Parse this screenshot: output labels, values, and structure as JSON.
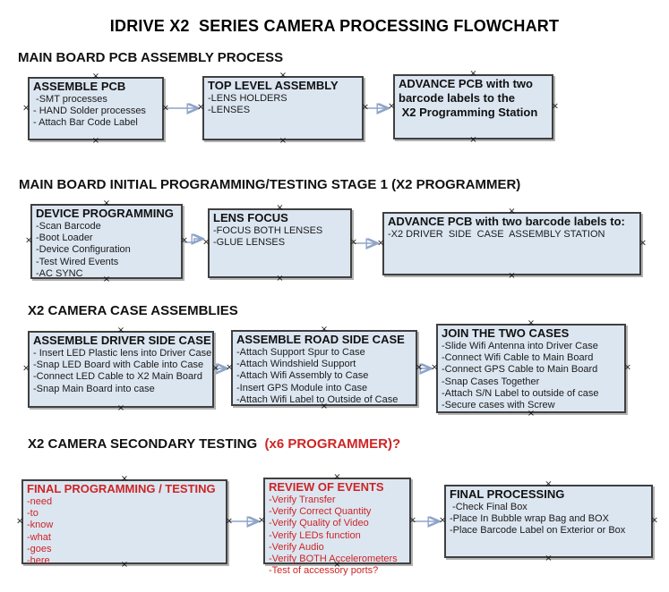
{
  "title": "IDRIVE X2  SERIES CAMERA PROCESSING FLOWCHART",
  "glyphs": {
    "connection_point": "×"
  },
  "colors": {
    "box_fill": "#dce6f1",
    "box_border": "#404040",
    "arrow_line": "#8ea4c8",
    "arrow_head": "#3c5fa0",
    "red": "#cc2525"
  },
  "sections": [
    {
      "heading": "MAIN BOARD PCB ASSEMBLY PROCESS",
      "boxes": [
        {
          "title": "ASSEMBLE PCB",
          "items": [
            " -SMT processes",
            "- HAND Solder processes",
            "- Attach Bar Code Label"
          ]
        },
        {
          "title": "TOP LEVEL ASSEMBLY",
          "items": [
            "-LENS HOLDERS",
            "-LENSES"
          ]
        },
        {
          "title": "ADVANCE PCB with two\nbarcode labels to the\n X2 Programming Station",
          "items": []
        }
      ]
    },
    {
      "heading": "MAIN BOARD INITIAL PROGRAMMING/TESTING STAGE 1 (X2 PROGRAMMER)",
      "boxes": [
        {
          "title": "DEVICE PROGRAMMING",
          "items": [
            "-Scan Barcode",
            "-Boot Loader",
            "-Device Configuration",
            "-Test Wired Events",
            "-AC SYNC"
          ]
        },
        {
          "title": "LENS FOCUS",
          "items": [
            "-FOCUS BOTH LENSES",
            "-GLUE LENSES"
          ]
        },
        {
          "title": "ADVANCE PCB with two barcode labels to:",
          "items": [
            "-X2 DRIVER  SIDE  CASE  ASSEMBLY STATION"
          ]
        }
      ]
    },
    {
      "heading": "X2 CAMERA CASE ASSEMBLIES",
      "boxes": [
        {
          "title": "ASSEMBLE DRIVER SIDE CASE",
          "items": [
            "- Insert LED Plastic lens into Driver Case",
            "-Snap LED Board with Cable into Case",
            "-Connect LED Cable to X2 Main Board",
            "-Snap Main Board into case"
          ]
        },
        {
          "title": "ASSEMBLE ROAD SIDE CASE",
          "items": [
            "-Attach Support Spur to Case",
            "-Attach Windshield Support",
            "-Attach Wifi Assembly to Case",
            "-Insert GPS Module into Case",
            "-Attach Wifi Label to Outside of Case"
          ]
        },
        {
          "title": "JOIN THE TWO CASES",
          "items": [
            "-Slide Wifi Antenna into Driver Case",
            "-Connect Wifi Cable to Main Board",
            "-Connect GPS Cable to Main Board",
            "-Snap Cases Together",
            "-Attach S/N Label to outside of case",
            "-Secure cases with Screw"
          ]
        }
      ]
    },
    {
      "heading": "X2 CAMERA SECONDARY TESTING ",
      "heading_suffix": " (x6 PROGRAMMER)?",
      "boxes": [
        {
          "title": "FINAL PROGRAMMING / TESTING",
          "color": "red",
          "items": [
            "-need",
            "-to",
            "-know",
            "-what",
            "-goes",
            "-here"
          ]
        },
        {
          "title": "REVIEW OF EVENTS",
          "color": "red",
          "items": [
            "-Verify Transfer",
            "-Verify Correct Quantity",
            "-Verify Quality of Video",
            "-Verify LEDs function",
            "-Verify Audio",
            "-Verify BOTH Accelerometers",
            "-Test of accessory ports?"
          ]
        },
        {
          "title": "FINAL PROCESSING",
          "items": [
            " -Check Final Box",
            "-Place In Bubble wrap Bag and BOX",
            "-Place Barcode Label on Exterior or Box"
          ]
        }
      ]
    }
  ]
}
